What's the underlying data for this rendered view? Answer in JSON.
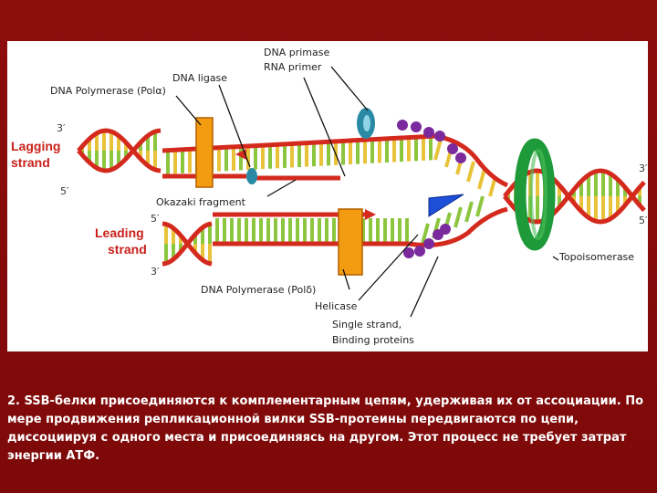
{
  "labels": {
    "dna_primase": "DNA primase",
    "rna_primer": "RNA primer",
    "dna_ligase": "DNA ligase",
    "dna_polymerase_alpha": "DNA Polymerase (Polα)",
    "lagging_strand_line1": "Lagging",
    "lagging_strand_line2": "strand",
    "okazaki_fragment": "Okazaki fragment",
    "leading_strand_line1": "Leading",
    "leading_strand_line2": "strand",
    "dna_polymerase_delta": "DNA Polymerase (Polδ)",
    "helicase": "Helicase",
    "ssb_line1": "Single strand,",
    "ssb_line2": "Binding proteins",
    "topoisomerase": "Topoisomerase",
    "end_top_left_3": "3′",
    "end_top_left_5": "5′",
    "end_bottom_left_5": "5′",
    "end_bottom_left_3": "3′",
    "end_right_3": "3′",
    "end_right_5": "5′"
  },
  "colors": {
    "backbone_red": "#d42a1e",
    "strand_yellow": "#e8c33a",
    "strand_green": "#8cc63f",
    "polymerase_orange": "#f39c12",
    "primase_teal": "#2a8aa5",
    "helicase_blue": "#1e4fd8",
    "ssb_purple": "#7a2a9c",
    "topoisomerase_green": "#1e9a3a"
  },
  "caption": "2. SSB-белки присоединяются к комплементарным цепям, удерживая их от ассоциации. По мере продвижения репликационной вилки SSB-протеины передвигаются по цепи, диссоциируя с одного места и присоединяясь на другом. Этот процесс не требует затрат энергии АТФ."
}
